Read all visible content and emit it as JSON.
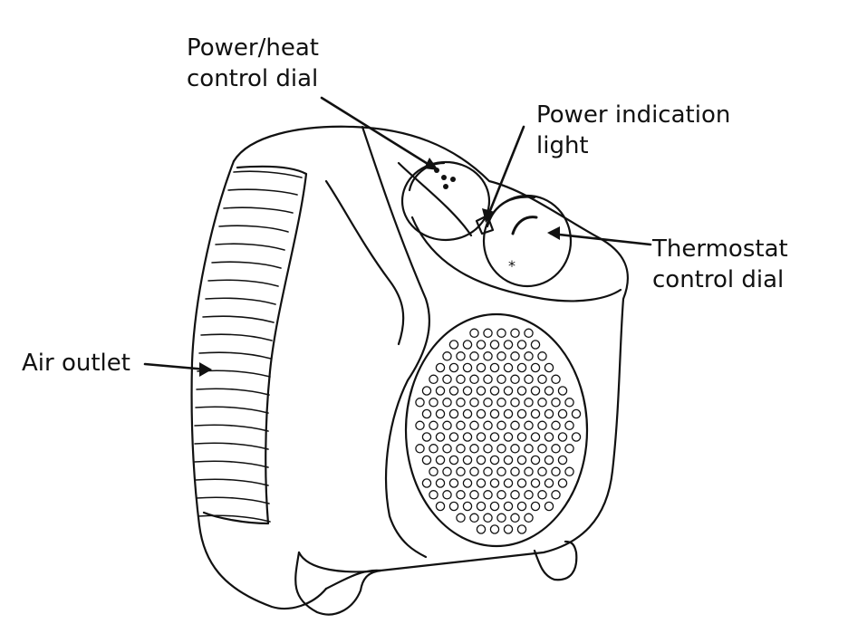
{
  "diagram": {
    "subject": "Fan heater",
    "labels": {
      "power_heat_dial": [
        "Power/heat",
        "control dial"
      ],
      "power_light": [
        "Power indication",
        "light"
      ],
      "thermostat_dial": [
        "Thermostat",
        "control dial"
      ],
      "air_outlet": [
        "Air outlet"
      ]
    },
    "dial_marks": {
      "thermostat_symbol": "*"
    },
    "colors": {
      "line": "#111111",
      "background": "#ffffff"
    }
  }
}
